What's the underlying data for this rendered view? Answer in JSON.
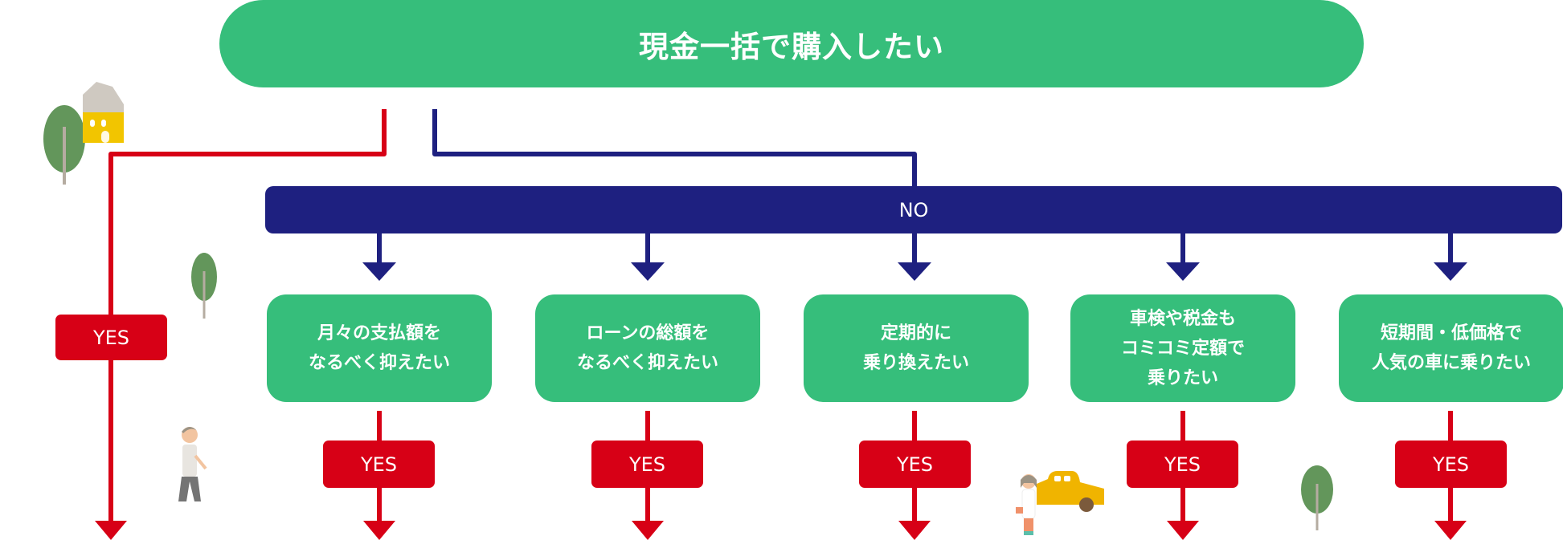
{
  "colors": {
    "green": "#36be7b",
    "navy": "#1e2080",
    "red": "#d70016"
  },
  "question": {
    "label": "現金一括で購入したい"
  },
  "no_branch": {
    "label": "NO"
  },
  "yes_direct": {
    "label": "YES"
  },
  "options": [
    {
      "label": "月々の支払額を\nなるべく抑えたい",
      "yes": "YES"
    },
    {
      "label": "ローンの総額を\nなるべく抑えたい",
      "yes": "YES"
    },
    {
      "label": "定期的に\n乗り換えたい",
      "yes": "YES"
    },
    {
      "label": "車検や税金も\nコミコミ定額で\n乗りたい",
      "yes": "YES"
    },
    {
      "label": "短期間・低価格で\n人気の車に乗りたい",
      "yes": "YES"
    }
  ],
  "decorations": [
    "tree-icon",
    "house-icon",
    "walking-man-icon",
    "woman-icon",
    "car-icon"
  ]
}
